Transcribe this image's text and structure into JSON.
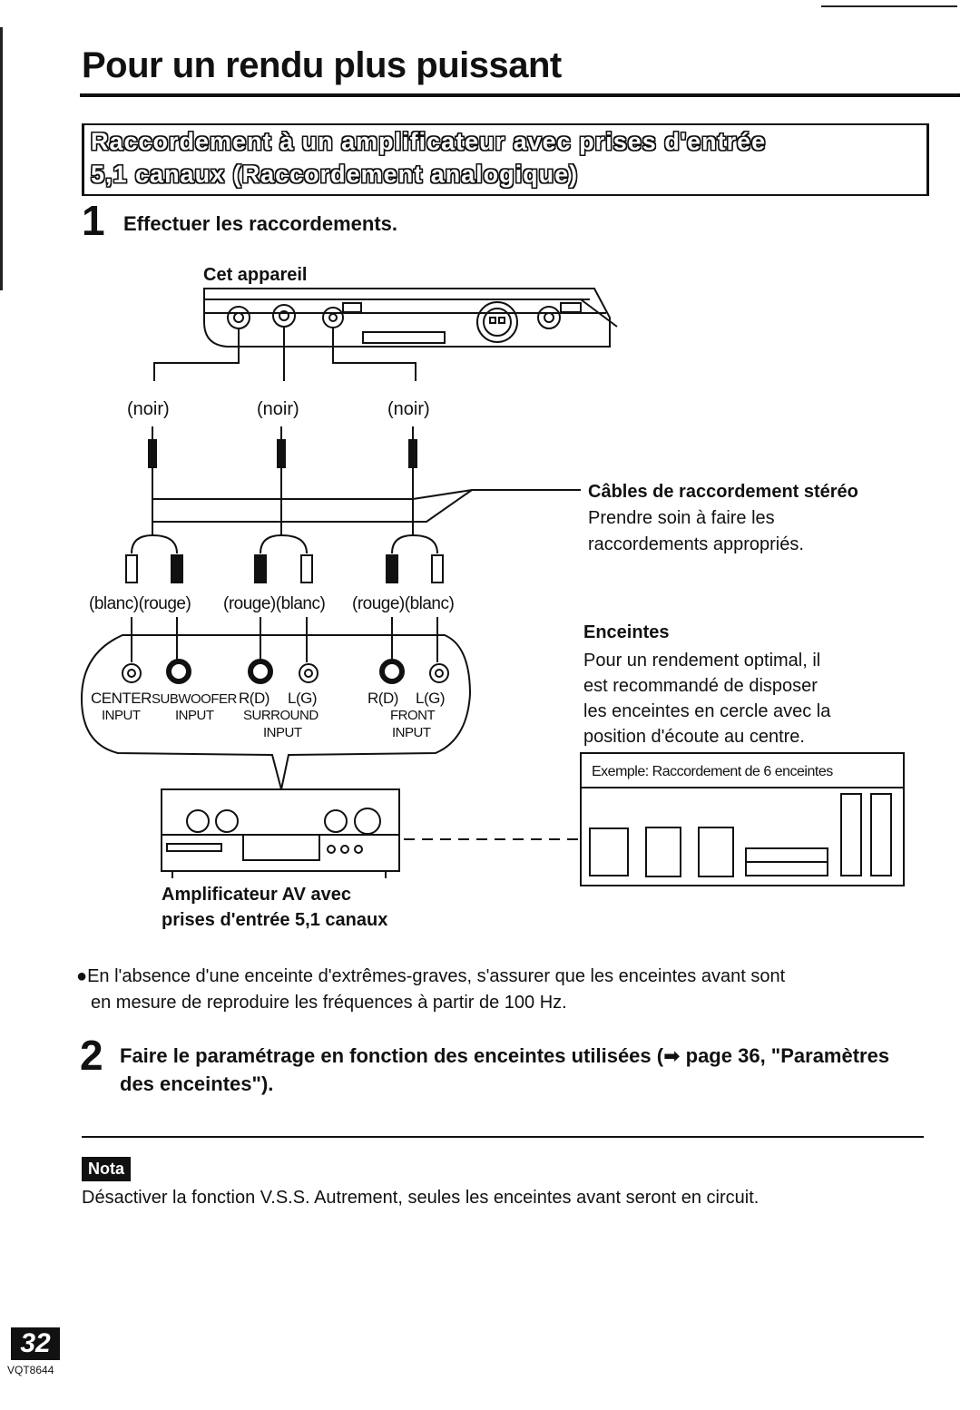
{
  "page": {
    "title": "Pour un rendu plus puissant",
    "section_heading_line1": "Raccordement à un amplificateur avec prises d'entrée",
    "section_heading_line2": "5,1 canaux (Raccordement analogique)",
    "page_number": "32",
    "doc_code": "VQT8644"
  },
  "step1": {
    "number": "1",
    "text": "Effectuer les raccordements."
  },
  "diagram": {
    "device_label": "Cet appareil",
    "plug_labels": [
      "(noir)",
      "(noir)",
      "(noir)"
    ],
    "connector_colors": [
      "(blanc)(rouge)",
      "(rouge)(blanc)",
      "(rouge)(blanc)"
    ],
    "cable_title": "Câbles de raccordement stéréo",
    "cable_note_line1": "Prendre soin à faire les",
    "cable_note_line2": "raccordements appropriés.",
    "inputs": {
      "center": "CENTER",
      "center_sub": "INPUT",
      "subwoofer": "SUBWOOFER",
      "subwoofer_sub": "INPUT",
      "surround_rd": "R(D)",
      "surround_lg": "L(G)",
      "surround_sub1": "SURROUND",
      "surround_sub2": "INPUT",
      "front_rd": "R(D)",
      "front_lg": "L(G)",
      "front_sub1": "FRONT",
      "front_sub2": "INPUT"
    },
    "speakers_title": "Enceintes",
    "speakers_text": [
      "Pour un rendement optimal, il",
      "est recommandé de disposer",
      "les enceintes en cercle avec la",
      "position d'écoute au centre."
    ],
    "example_label": "Exemple:  Raccordement de 6 enceintes",
    "amp_label_line1": "Amplificateur AV avec",
    "amp_label_line2": "prises d'entrée 5,1 canaux"
  },
  "bullet": {
    "line1": "●En l'absence d'une enceinte d'extrêmes-graves, s'assurer que les enceintes avant sont",
    "line2": "en mesure de reproduire les fréquences à partir de 100 Hz."
  },
  "step2": {
    "number": "2",
    "text": "Faire le paramétrage en fonction des enceintes utilisées (➡ page 36, \"Paramètres des enceintes\")."
  },
  "note": {
    "badge": "Nota",
    "text": "Désactiver la fonction V.S.S. Autrement, seules les enceintes avant seront en circuit."
  }
}
